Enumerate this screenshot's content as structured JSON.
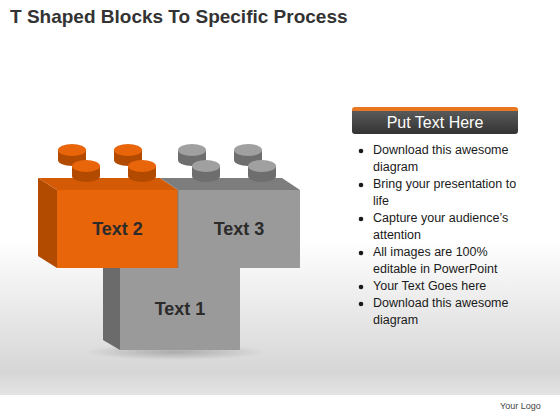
{
  "diagram": {
    "title": "T Shaped Blocks To Specific Process",
    "nodes": [
      {
        "text": [
          "Text 2"
        ]
      },
      {
        "text": [
          "Text 3"
        ]
      },
      {
        "text": [
          "Text 1"
        ]
      },
      {
        "text": [
          "Put Text Here"
        ]
      }
    ],
    "labels": [
      "Download this awesome diagram",
      "Bring your presentation to life",
      "Capture your audience’s attention",
      "All images are 100% editable in PowerPoint",
      "Your Text Goes here",
      "Download this awesome diagram",
      "Your Logo"
    ]
  }
}
